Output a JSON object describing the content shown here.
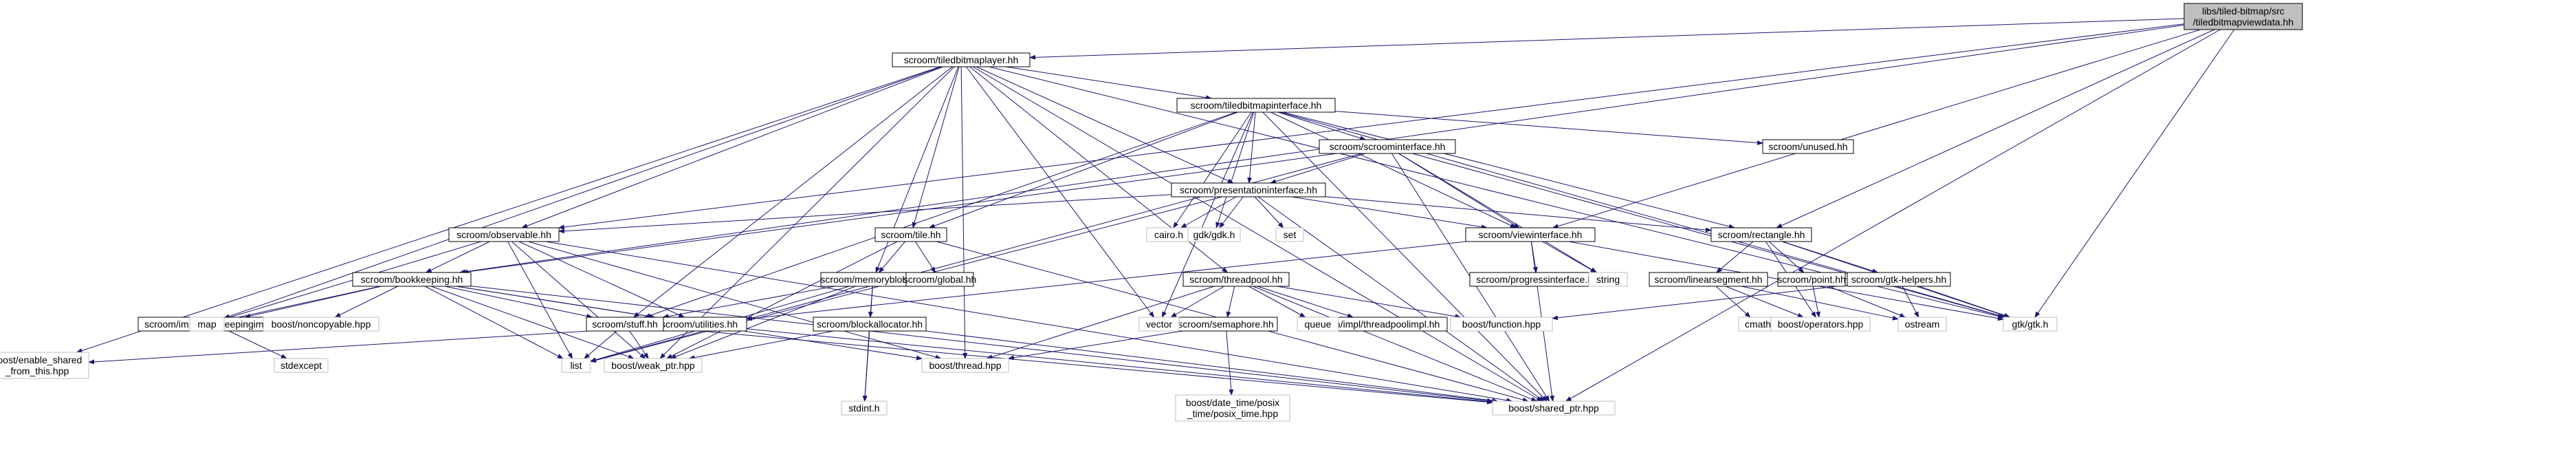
{
  "diagram": {
    "nodes": [
      {
        "id": "n0",
        "label": "libs/tiled-bitmap/src\n/tiledbitmapviewdata.hh",
        "kind": "primary"
      },
      {
        "id": "n1",
        "label": "scroom/tiledbitmaplayer.hh",
        "kind": "internal"
      },
      {
        "id": "n2",
        "label": "scroom/tiledbitmapinterface.hh",
        "kind": "internal"
      },
      {
        "id": "n3",
        "label": "scroom/scroominterface.hh",
        "kind": "internal"
      },
      {
        "id": "n4",
        "label": "scroom/unused.hh",
        "kind": "internal"
      },
      {
        "id": "n5",
        "label": "scroom/presentationinterface.hh",
        "kind": "internal"
      },
      {
        "id": "n6",
        "label": "scroom/observable.hh",
        "kind": "internal"
      },
      {
        "id": "n7",
        "label": "scroom/tile.hh",
        "kind": "internal"
      },
      {
        "id": "n8",
        "label": "scroom/viewinterface.hh",
        "kind": "internal"
      },
      {
        "id": "n9",
        "label": "scroom/rectangle.hh",
        "kind": "internal"
      },
      {
        "id": "n10",
        "label": "scroom/bookkeeping.hh",
        "kind": "internal"
      },
      {
        "id": "n11",
        "label": "scroom/memoryblobs.hh",
        "kind": "internal"
      },
      {
        "id": "n12",
        "label": "scroom/global.hh",
        "kind": "internal"
      },
      {
        "id": "n13",
        "label": "scroom/progressinterface.hh",
        "kind": "internal"
      },
      {
        "id": "n14",
        "label": "scroom/threadpool.hh",
        "kind": "internal"
      },
      {
        "id": "n15",
        "label": "scroom/linearsegment.hh",
        "kind": "internal"
      },
      {
        "id": "n16",
        "label": "scroom/point.hh",
        "kind": "internal"
      },
      {
        "id": "n17",
        "label": "scroom/gtk-helpers.hh",
        "kind": "internal"
      },
      {
        "id": "n18",
        "label": "scroom/impl/bookkeepingimpl.hh",
        "kind": "internal"
      },
      {
        "id": "n19",
        "label": "scroom/utilities.hh",
        "kind": "internal"
      },
      {
        "id": "n20",
        "label": "scroom/stuff.hh",
        "kind": "internal"
      },
      {
        "id": "n21",
        "label": "scroom/blockallocator.hh",
        "kind": "internal"
      },
      {
        "id": "n22",
        "label": "scroom/semaphore.hh",
        "kind": "internal"
      },
      {
        "id": "n23",
        "label": "scroom/impl/threadpoolimpl.hh",
        "kind": "internal"
      },
      {
        "id": "n24",
        "label": "cairo.h",
        "kind": "external"
      },
      {
        "id": "n25",
        "label": "gdk/gdk.h",
        "kind": "external"
      },
      {
        "id": "n26",
        "label": "set",
        "kind": "external"
      },
      {
        "id": "n27",
        "label": "string",
        "kind": "external"
      },
      {
        "id": "n28",
        "label": "map",
        "kind": "external"
      },
      {
        "id": "n29",
        "label": "boost/noncopyable.hpp",
        "kind": "external"
      },
      {
        "id": "n30",
        "label": "vector",
        "kind": "external"
      },
      {
        "id": "n31",
        "label": "queue",
        "kind": "external"
      },
      {
        "id": "n32",
        "label": "boost/function.hpp",
        "kind": "external"
      },
      {
        "id": "n33",
        "label": "cmath",
        "kind": "external"
      },
      {
        "id": "n34",
        "label": "boost/operators.hpp",
        "kind": "external"
      },
      {
        "id": "n35",
        "label": "ostream",
        "kind": "external"
      },
      {
        "id": "n36",
        "label": "gtk/gtk.h",
        "kind": "external"
      },
      {
        "id": "n37",
        "label": "stdexcept",
        "kind": "external"
      },
      {
        "id": "n38",
        "label": "boost/enable_shared\n_from_this.hpp",
        "kind": "external"
      },
      {
        "id": "n39",
        "label": "list",
        "kind": "external"
      },
      {
        "id": "n40",
        "label": "boost/weak_ptr.hpp",
        "kind": "external"
      },
      {
        "id": "n41",
        "label": "stdint.h",
        "kind": "external"
      },
      {
        "id": "n42",
        "label": "boost/thread.hpp",
        "kind": "external"
      },
      {
        "id": "n43",
        "label": "boost/date_time/posix\n_time/posix_time.hpp",
        "kind": "external"
      },
      {
        "id": "n44",
        "label": "boost/shared_ptr.hpp",
        "kind": "external"
      }
    ],
    "edges": [
      [
        "n0",
        "n1"
      ],
      [
        "n0",
        "n6"
      ],
      [
        "n0",
        "n10"
      ],
      [
        "n0",
        "n8"
      ],
      [
        "n0",
        "n9"
      ],
      [
        "n0",
        "n36"
      ],
      [
        "n0",
        "n44"
      ],
      [
        "n1",
        "n2"
      ],
      [
        "n1",
        "n5"
      ],
      [
        "n1",
        "n6"
      ],
      [
        "n1",
        "n7"
      ],
      [
        "n1",
        "n11"
      ],
      [
        "n1",
        "n20"
      ],
      [
        "n1",
        "n28"
      ],
      [
        "n1",
        "n30"
      ],
      [
        "n1",
        "n42"
      ],
      [
        "n1",
        "n40"
      ],
      [
        "n1",
        "n38"
      ],
      [
        "n1",
        "n44"
      ],
      [
        "n1",
        "n36"
      ],
      [
        "n1",
        "n14"
      ],
      [
        "n2",
        "n3"
      ],
      [
        "n2",
        "n4"
      ],
      [
        "n2",
        "n5"
      ],
      [
        "n2",
        "n7"
      ],
      [
        "n2",
        "n8"
      ],
      [
        "n2",
        "n9"
      ],
      [
        "n2",
        "n24"
      ],
      [
        "n2",
        "n25"
      ],
      [
        "n2",
        "n30"
      ],
      [
        "n2",
        "n20"
      ],
      [
        "n2",
        "n36"
      ],
      [
        "n2",
        "n44"
      ],
      [
        "n3",
        "n5"
      ],
      [
        "n3",
        "n8"
      ],
      [
        "n3",
        "n10"
      ],
      [
        "n3",
        "n27"
      ],
      [
        "n3",
        "n36"
      ],
      [
        "n3",
        "n44"
      ],
      [
        "n3",
        "n39"
      ],
      [
        "n5",
        "n6"
      ],
      [
        "n5",
        "n8"
      ],
      [
        "n5",
        "n9"
      ],
      [
        "n5",
        "n24"
      ],
      [
        "n5",
        "n25"
      ],
      [
        "n5",
        "n26"
      ],
      [
        "n5",
        "n44"
      ],
      [
        "n5",
        "n39"
      ],
      [
        "n6",
        "n10"
      ],
      [
        "n6",
        "n19"
      ],
      [
        "n6",
        "n28"
      ],
      [
        "n6",
        "n39"
      ],
      [
        "n6",
        "n40"
      ],
      [
        "n6",
        "n42"
      ],
      [
        "n6",
        "n44"
      ],
      [
        "n7",
        "n11"
      ],
      [
        "n7",
        "n12"
      ],
      [
        "n7",
        "n44"
      ],
      [
        "n7",
        "n40"
      ],
      [
        "n8",
        "n13"
      ],
      [
        "n8",
        "n27"
      ],
      [
        "n8",
        "n44"
      ],
      [
        "n8",
        "n19"
      ],
      [
        "n8",
        "n36"
      ],
      [
        "n9",
        "n15"
      ],
      [
        "n9",
        "n16"
      ],
      [
        "n9",
        "n17"
      ],
      [
        "n9",
        "n34"
      ],
      [
        "n9",
        "n36"
      ],
      [
        "n10",
        "n18"
      ],
      [
        "n10",
        "n19"
      ],
      [
        "n10",
        "n20"
      ],
      [
        "n10",
        "n28"
      ],
      [
        "n10",
        "n29"
      ],
      [
        "n10",
        "n39"
      ],
      [
        "n10",
        "n40"
      ],
      [
        "n10",
        "n42"
      ],
      [
        "n10",
        "n44"
      ],
      [
        "n11",
        "n21"
      ],
      [
        "n11",
        "n20"
      ],
      [
        "n11",
        "n39"
      ],
      [
        "n11",
        "n40"
      ],
      [
        "n11",
        "n41"
      ],
      [
        "n14",
        "n22"
      ],
      [
        "n14",
        "n23"
      ],
      [
        "n14",
        "n30"
      ],
      [
        "n14",
        "n31"
      ],
      [
        "n14",
        "n32"
      ],
      [
        "n14",
        "n42"
      ],
      [
        "n14",
        "n44"
      ],
      [
        "n15",
        "n33"
      ],
      [
        "n15",
        "n34"
      ],
      [
        "n15",
        "n35"
      ],
      [
        "n16",
        "n34"
      ],
      [
        "n16",
        "n35"
      ],
      [
        "n17",
        "n32"
      ],
      [
        "n17",
        "n35"
      ],
      [
        "n17",
        "n36"
      ],
      [
        "n18",
        "n37"
      ],
      [
        "n19",
        "n38"
      ],
      [
        "n19",
        "n44"
      ],
      [
        "n20",
        "n39"
      ],
      [
        "n20",
        "n40"
      ],
      [
        "n20",
        "n44"
      ],
      [
        "n21",
        "n40"
      ],
      [
        "n21",
        "n41"
      ],
      [
        "n21",
        "n44"
      ],
      [
        "n22",
        "n42"
      ],
      [
        "n22",
        "n43"
      ]
    ]
  }
}
